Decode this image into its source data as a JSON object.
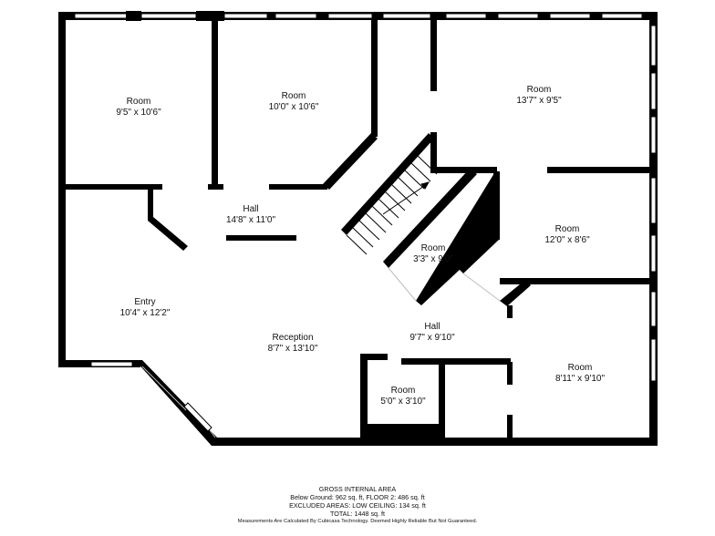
{
  "rooms": [
    {
      "id": "room-1",
      "name": "Room",
      "size": "9'5\" x 10'6\""
    },
    {
      "id": "room-2",
      "name": "Room",
      "size": "10'0\" x 10'6\""
    },
    {
      "id": "room-3",
      "name": "Room",
      "size": "13'7\" x 9'5\""
    },
    {
      "id": "hall-1",
      "name": "Hall",
      "size": "14'8\" x 11'0\""
    },
    {
      "id": "room-4",
      "name": "Room",
      "size": "12'0\" x 8'6\""
    },
    {
      "id": "room-5",
      "name": "Room",
      "size": "3'3\" x 9'0\""
    },
    {
      "id": "entry",
      "name": "Entry",
      "size": "10'4\" x 12'2\""
    },
    {
      "id": "reception",
      "name": "Reception",
      "size": "8'7\" x 13'10\""
    },
    {
      "id": "hall-2",
      "name": "Hall",
      "size": "9'7\" x 9'10\""
    },
    {
      "id": "room-6",
      "name": "Room",
      "size": "8'11\" x 9'10\""
    },
    {
      "id": "room-7",
      "name": "Room",
      "size": "5'0\" x 3'10\""
    }
  ],
  "footer": {
    "title": "GROSS INTERNAL AREA",
    "line1": "Below Ground: 962 sq. ft, FLOOR 2: 486 sq. ft",
    "line2": "EXCLUDED AREAS: LOW CEILING: 134 sq. ft",
    "line3": "TOTAL: 1448 sq. ft",
    "disclaimer": "Measurements Are Calculated By Cubicasa Technology. Deemed Highly Reliable But Not Guaranteed."
  },
  "colors": {
    "wall": "#000000",
    "background": "#ffffff",
    "window": "#ffffff"
  }
}
